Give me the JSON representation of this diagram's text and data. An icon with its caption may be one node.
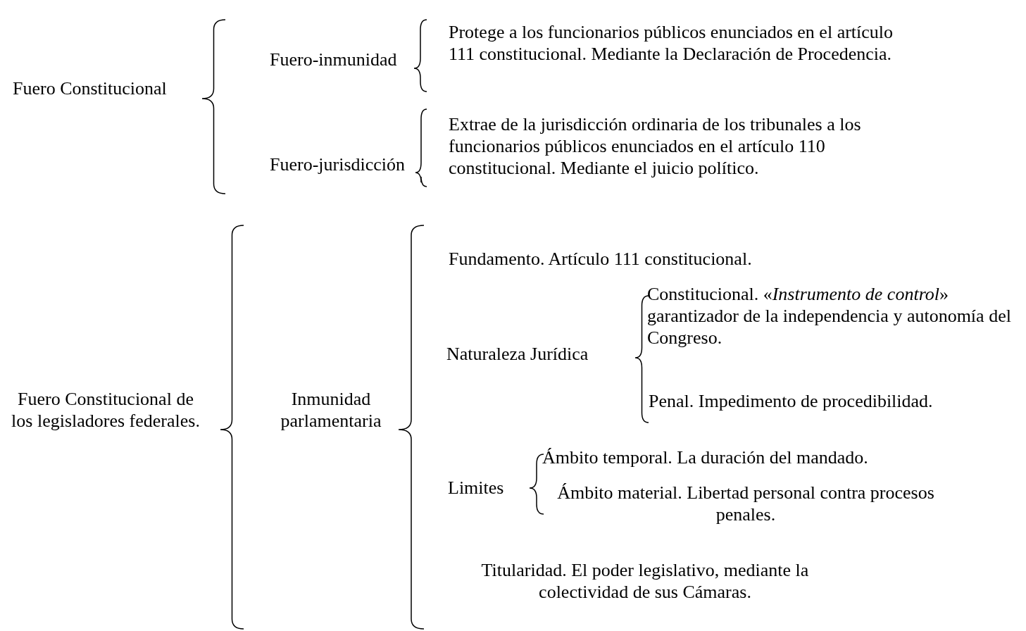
{
  "diagram": {
    "labels": [
      "Fuero Constitucional",
      "Fuero-inmunidad",
      "Protege a los funcionarios públicos enunciados en el artículo 111 constitucional. Mediante la Declaración de Procedencia.",
      "Fuero-jurisdicción",
      "Extrae de la jurisdicción ordinaria de los tribunales a los funcionarios públicos enunciados  en el artículo 110 constitucional. Mediante el juicio político.",
      "Fuero Constitucional de los legisladores federales.",
      "Inmunidad parlamentaria",
      "Fundamento. Artículo 111 constitucional.",
      "Naturaleza Jurídica",
      "Constitucional. «*Instrumento de control*» garantizador de la independencia y autonomía del Congreso.",
      "Penal. Impedimento de procedibilidad.",
      "Limites",
      "Ámbito temporal. La duración del mandado.",
      "Ámbito material. Libertad personal contra procesos penales.",
      "Titularidad. El poder legislativo, mediante la colectividad de sus Cámaras."
    ]
  }
}
